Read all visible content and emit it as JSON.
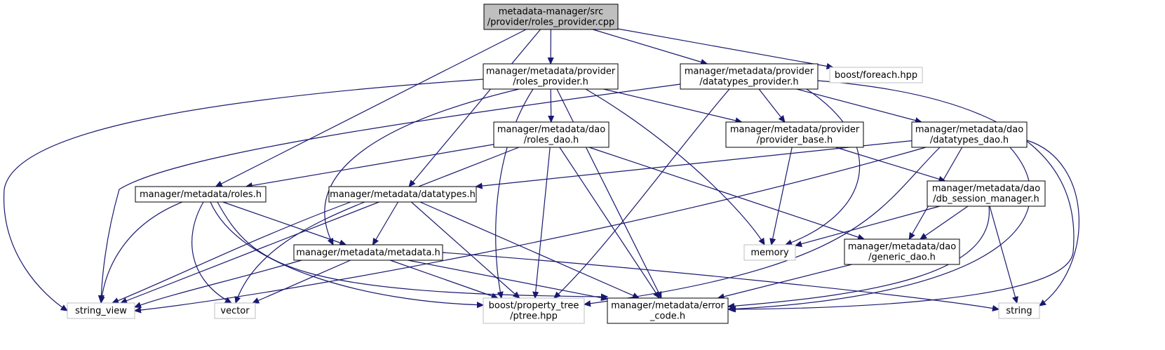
{
  "graph": {
    "nodes": [
      {
        "id": "root",
        "kind": "root",
        "lines": [
          "metadata-manager/src",
          "/provider/roles_provider.cpp"
        ]
      },
      {
        "id": "roles_provider_h",
        "kind": "local",
        "lines": [
          "manager/metadata/provider",
          "/roles_provider.h"
        ]
      },
      {
        "id": "datatypes_provider_h",
        "kind": "local",
        "lines": [
          "manager/metadata/provider",
          "/datatypes_provider.h"
        ]
      },
      {
        "id": "boost_foreach",
        "kind": "sys",
        "lines": [
          "boost/foreach.hpp"
        ]
      },
      {
        "id": "roles_dao_h",
        "kind": "local",
        "lines": [
          "manager/metadata/dao",
          "/roles_dao.h"
        ]
      },
      {
        "id": "provider_base_h",
        "kind": "local",
        "lines": [
          "manager/metadata/provider",
          "/provider_base.h"
        ]
      },
      {
        "id": "datatypes_dao_h",
        "kind": "local",
        "lines": [
          "manager/metadata/dao",
          "/datatypes_dao.h"
        ]
      },
      {
        "id": "roles_h",
        "kind": "local",
        "lines": [
          "manager/metadata/roles.h"
        ]
      },
      {
        "id": "datatypes_h",
        "kind": "local",
        "lines": [
          "manager/metadata/datatypes.h"
        ]
      },
      {
        "id": "db_session_manager_h",
        "kind": "local",
        "lines": [
          "manager/metadata/dao",
          "/db_session_manager.h"
        ]
      },
      {
        "id": "metadata_h",
        "kind": "local",
        "lines": [
          "manager/metadata/metadata.h"
        ]
      },
      {
        "id": "memory",
        "kind": "sys",
        "lines": [
          "memory"
        ]
      },
      {
        "id": "generic_dao_h",
        "kind": "local",
        "lines": [
          "manager/metadata/dao",
          "/generic_dao.h"
        ]
      },
      {
        "id": "string_view",
        "kind": "sys",
        "lines": [
          "string_view"
        ]
      },
      {
        "id": "vector",
        "kind": "sys",
        "lines": [
          "vector"
        ]
      },
      {
        "id": "ptree_hpp",
        "kind": "sys",
        "lines": [
          "boost/property_tree",
          "/ptree.hpp"
        ]
      },
      {
        "id": "error_code_h",
        "kind": "local",
        "lines": [
          "manager/metadata/error",
          "_code.h"
        ]
      },
      {
        "id": "string",
        "kind": "sys",
        "lines": [
          "string"
        ]
      }
    ],
    "edges": [
      [
        "root",
        "roles_provider_h"
      ],
      [
        "root",
        "datatypes_provider_h"
      ],
      [
        "root",
        "boost_foreach"
      ],
      [
        "root",
        "roles_h"
      ],
      [
        "root",
        "datatypes_h"
      ],
      [
        "roles_provider_h",
        "string_view"
      ],
      [
        "roles_provider_h",
        "metadata_h"
      ],
      [
        "roles_provider_h",
        "roles_dao_h"
      ],
      [
        "roles_provider_h",
        "provider_base_h"
      ],
      [
        "roles_provider_h",
        "ptree_hpp"
      ],
      [
        "roles_provider_h",
        "error_code_h"
      ],
      [
        "roles_provider_h",
        "memory"
      ],
      [
        "datatypes_provider_h",
        "string_view"
      ],
      [
        "datatypes_provider_h",
        "provider_base_h"
      ],
      [
        "datatypes_provider_h",
        "datatypes_dao_h"
      ],
      [
        "datatypes_provider_h",
        "ptree_hpp"
      ],
      [
        "datatypes_provider_h",
        "memory"
      ],
      [
        "datatypes_provider_h",
        "error_code_h"
      ],
      [
        "roles_dao_h",
        "string_view"
      ],
      [
        "roles_dao_h",
        "roles_h"
      ],
      [
        "roles_dao_h",
        "ptree_hpp"
      ],
      [
        "roles_dao_h",
        "error_code_h"
      ],
      [
        "roles_dao_h",
        "generic_dao_h"
      ],
      [
        "provider_base_h",
        "memory"
      ],
      [
        "provider_base_h",
        "db_session_manager_h"
      ],
      [
        "datatypes_dao_h",
        "datatypes_h"
      ],
      [
        "datatypes_dao_h",
        "string_view"
      ],
      [
        "datatypes_dao_h",
        "ptree_hpp"
      ],
      [
        "datatypes_dao_h",
        "generic_dao_h"
      ],
      [
        "datatypes_dao_h",
        "error_code_h"
      ],
      [
        "datatypes_dao_h",
        "string"
      ],
      [
        "roles_h",
        "string_view"
      ],
      [
        "roles_h",
        "vector"
      ],
      [
        "roles_h",
        "metadata_h"
      ],
      [
        "roles_h",
        "ptree_hpp"
      ],
      [
        "roles_h",
        "error_code_h"
      ],
      [
        "datatypes_h",
        "string_view"
      ],
      [
        "datatypes_h",
        "vector"
      ],
      [
        "datatypes_h",
        "metadata_h"
      ],
      [
        "datatypes_h",
        "ptree_hpp"
      ],
      [
        "datatypes_h",
        "error_code_h"
      ],
      [
        "db_session_manager_h",
        "memory"
      ],
      [
        "db_session_manager_h",
        "generic_dao_h"
      ],
      [
        "db_session_manager_h",
        "string"
      ],
      [
        "db_session_manager_h",
        "error_code_h"
      ],
      [
        "metadata_h",
        "string_view"
      ],
      [
        "metadata_h",
        "vector"
      ],
      [
        "metadata_h",
        "ptree_hpp"
      ],
      [
        "metadata_h",
        "error_code_h"
      ],
      [
        "metadata_h",
        "string"
      ],
      [
        "generic_dao_h",
        "error_code_h"
      ]
    ]
  }
}
